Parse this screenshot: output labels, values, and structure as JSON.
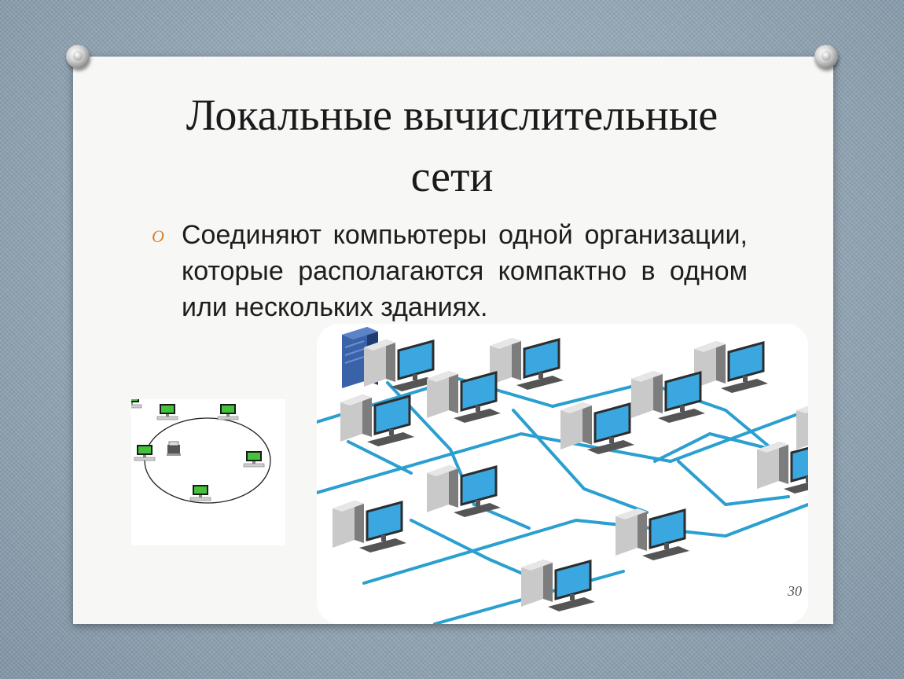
{
  "slide": {
    "title_line1": "Локальные вычислительные",
    "title_line2": "сети",
    "bullet_marker": "O",
    "bullet_text": "Соединяют компьютеры одной организации, которые располагаются компактно в одном или нескольких зданиях.",
    "slide_number": "30"
  },
  "images": {
    "ring_topology_icon": "ring-network-icon",
    "network_icon": "office-network-icon"
  },
  "colors": {
    "background": "#8fa3b3",
    "slide": "#f7f7f6",
    "bullet_accent": "#d9822b",
    "cable": "#2a9fd0",
    "screen": "#3aa7e0",
    "ring_screen": "#44c33a"
  }
}
